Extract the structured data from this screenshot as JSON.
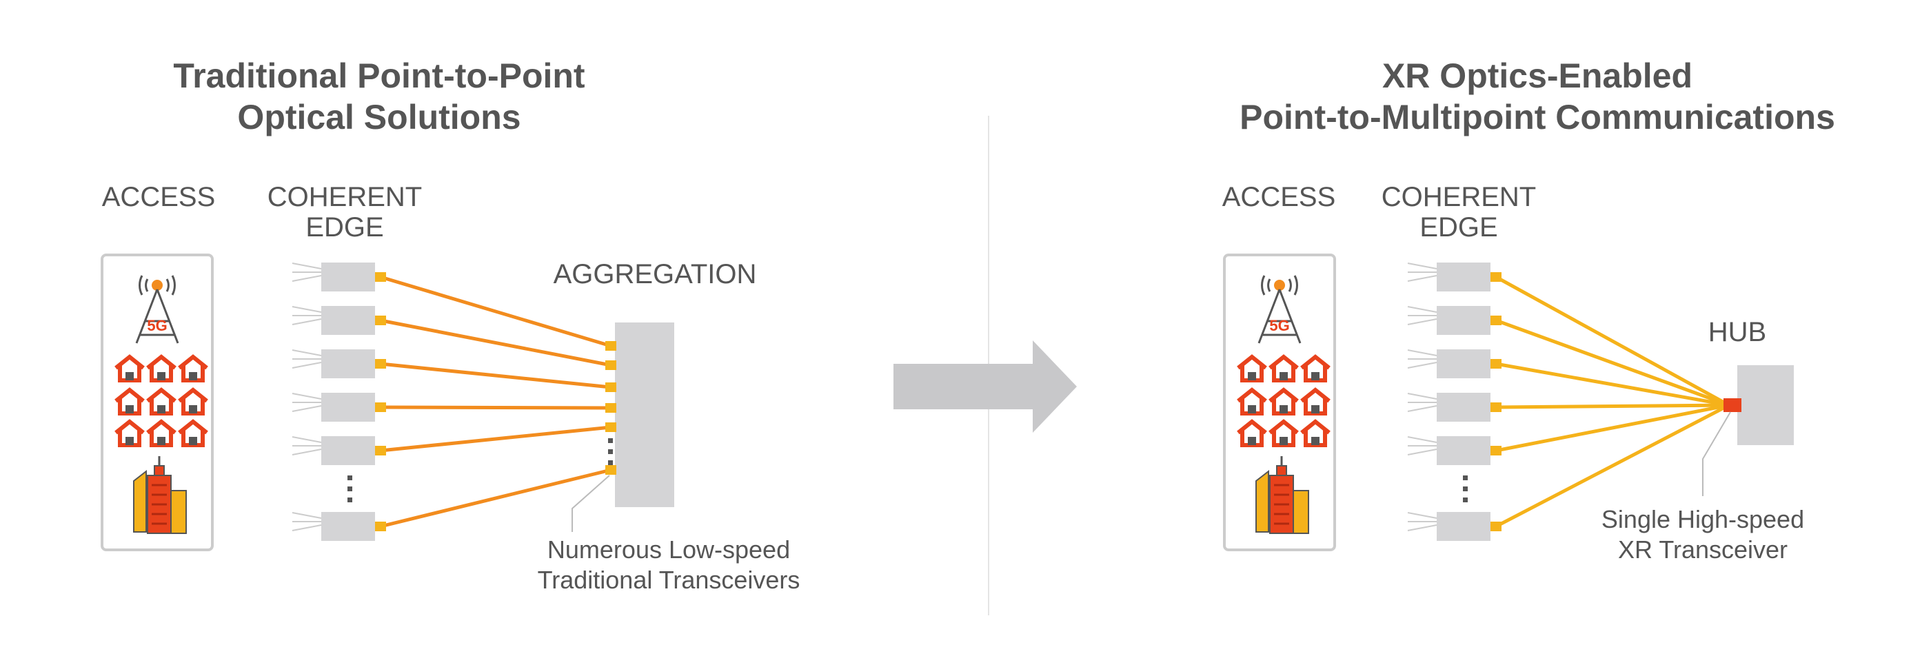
{
  "left": {
    "title_line1": "Traditional Point-to-Point",
    "title_line2": "Optical Solutions",
    "access_label": "ACCESS",
    "edge_label_line1": "COHERENT",
    "edge_label_line2": "EDGE",
    "aggregation_label": "AGGREGATION",
    "callout_line1": "Numerous Low-speed",
    "callout_line2": "Traditional Transceivers",
    "link_color": "#f28c1e"
  },
  "right": {
    "title_line1": "XR Optics-Enabled",
    "title_line2": "Point-to-Multipoint Communications",
    "access_label": "ACCESS",
    "edge_label_line1": "COHERENT",
    "edge_label_line2": "EDGE",
    "hub_label": "HUB",
    "callout_line1": "Single High-speed",
    "callout_line2": "XR Transceiver",
    "link_color": "#f5b21a",
    "hub_port_color": "#e8421c"
  },
  "access_icons": {
    "tower_label": "5G",
    "tower_icon": "5g-tower-icon",
    "house_icon": "house-icon",
    "building_icon": "buildings-icon"
  },
  "colors": {
    "box_gray": "#d4d4d6",
    "port_yellow": "#f5b21a",
    "house_red": "#e8421c",
    "text_gray": "#555555",
    "arrow_gray": "#c8c8ca"
  }
}
